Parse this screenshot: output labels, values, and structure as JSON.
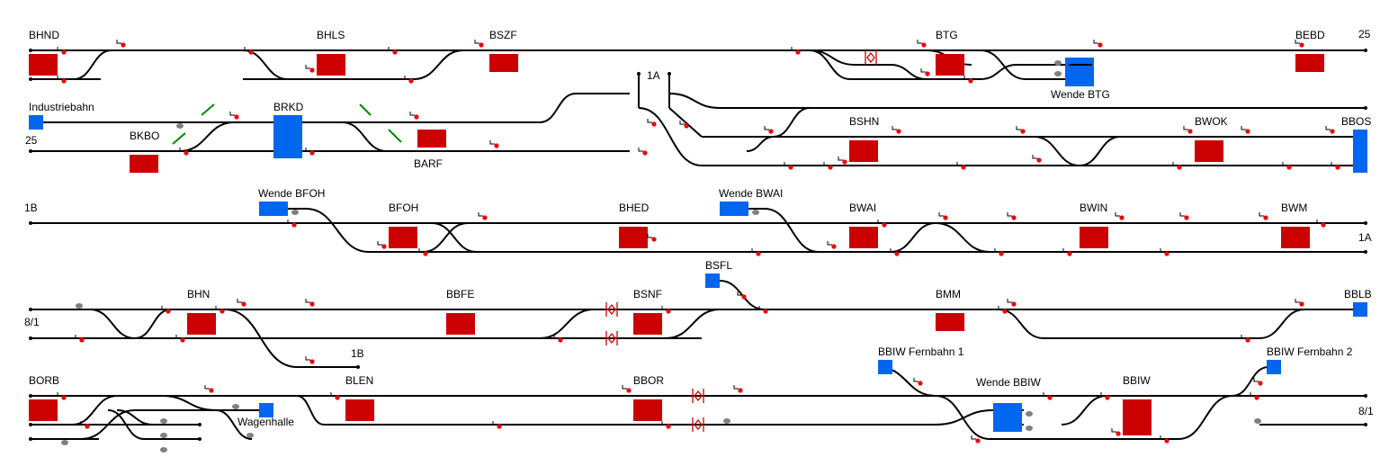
{
  "colors": {
    "track": "#000000",
    "station_block": "#cc0000",
    "blue_block": "#0066ee",
    "signal": "#ee0000",
    "sign": "#808080",
    "green_mark": "#008800",
    "crossing": "#cc0000",
    "background": "#ffffff"
  },
  "labels": {
    "bhnd": "BHND",
    "bhls": "BHLS",
    "bszf": "BSZF",
    "btg": "BTG",
    "bebd": "BEBD",
    "n25a": "25",
    "a1a_top": "1A",
    "wende_btg": "Wende BTG",
    "industriebahn": "Industriebahn",
    "brkd": "BRKD",
    "bkbo": "BKBO",
    "n25b": "25",
    "barf": "BARF",
    "bshn": "BSHN",
    "bwok": "BWOK",
    "bbos": "BBOS",
    "wende_bfoh": "Wende BFOH",
    "wende_bwai": "Wende BWAI",
    "b1b_left": "1B",
    "bfoh": "BFOH",
    "bhed": "BHED",
    "bwai": "BWAI",
    "bwin": "BWIN",
    "bwm": "BWM",
    "a1a_right": "1A",
    "bsfl": "BSFL",
    "bhn": "BHN",
    "bbfe": "BBFE",
    "bsnf": "BSNF",
    "bmm": "BMM",
    "bblb": "BBLB",
    "n81_left": "8/1",
    "b1b_mid": "1B",
    "bbiw_fb1": "BBIW Fernbahn 1",
    "bbiw_fb2": "BBIW Fernbahn 2",
    "borb": "BORB",
    "blen": "BLEN",
    "bbor": "BBOR",
    "wende_bbiw": "Wende BBIW",
    "bbiw": "BBIW",
    "wagenhalle": "Wagenhalle",
    "n81_right": "8/1"
  }
}
